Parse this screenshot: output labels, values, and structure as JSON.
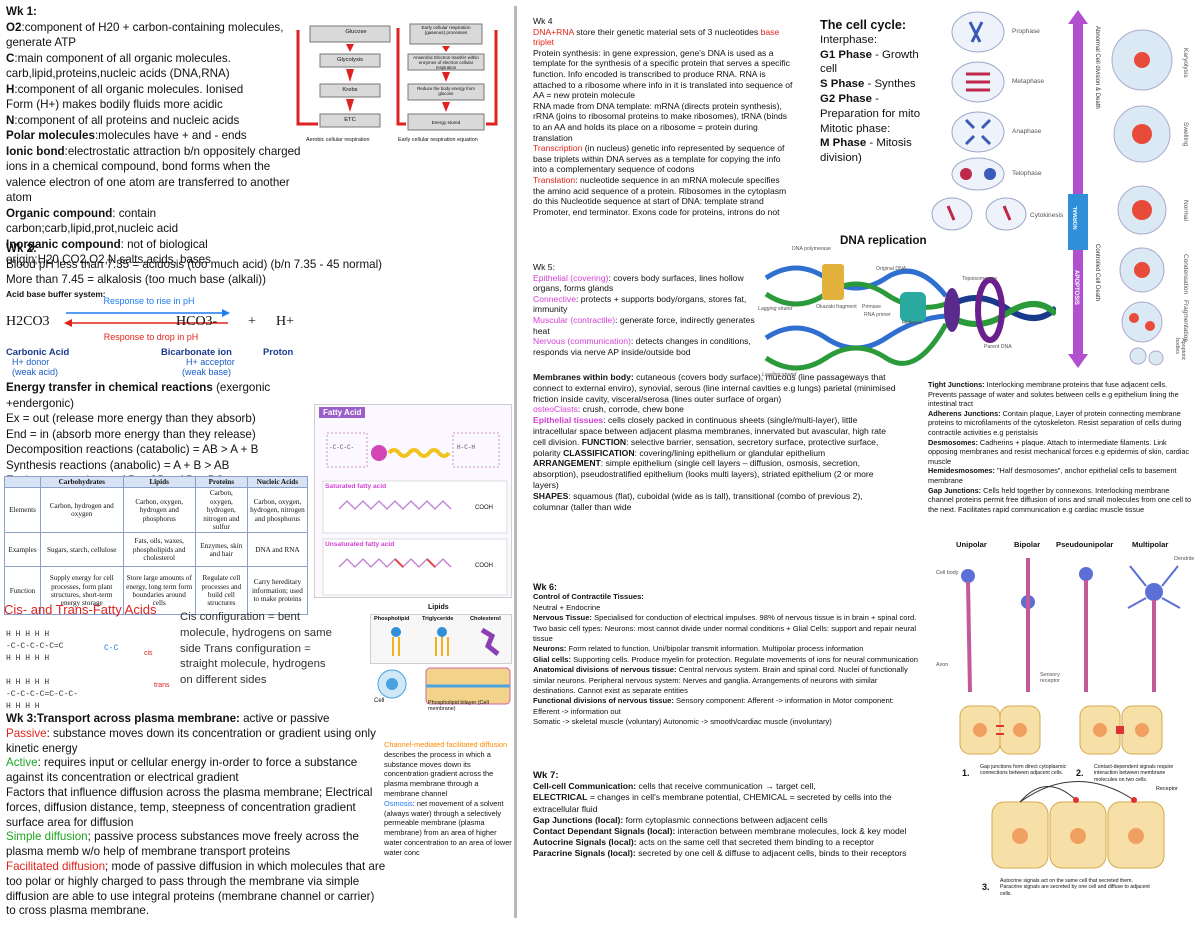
{
  "wk1": {
    "heading": "Wk 1:",
    "lines": [
      {
        "b": "O2",
        "t": ":component of H20 + carbon-containing molecules, generate ATP"
      },
      {
        "b": "C",
        "t": ":main component of all organic molecules."
      },
      {
        "b": "",
        "t": "carb,lipid,proteins,nucleic acids (DNA,RNA)"
      },
      {
        "b": "H",
        "t": ":component of all organic molecules. Ionised"
      },
      {
        "b": "",
        "t": "Form (H+) makes bodily fluids more acidic"
      },
      {
        "b": "N",
        "t": ":component of all proteins and nucleic acids"
      },
      {
        "b": "Polar molecules",
        "t": ":molecules have + and - ends"
      },
      {
        "b": "Ionic bond",
        "t": ":electrostatic attraction b/n oppositely charged ions in a chemical compound, bond forms when the valence electron of one atom are transferred to another atom"
      },
      {
        "b": "Organic compound",
        "t": ": contain carbon;carb,lipid,prot,nucleic acid"
      },
      {
        "b": "Inorganic compound",
        "t": ": not of biological origin;H20,CO2,O2,N,salts,acids, bases"
      }
    ]
  },
  "wk2": {
    "heading": "Wk 2:",
    "acidosis": "Blood pH less than 7.35 = acidosis (too much acid) (b/n 7.35 - 45 normal)",
    "alkalosis": "More than 7.45 = alkalosis (too much base (alkali))",
    "buffer_title": "Acid base buffer system:",
    "response_rise": "Response to rise in pH",
    "response_drop": "Response to drop in pH",
    "formula_left": "H2CO3",
    "formula_mid": "HCO3-",
    "formula_plus": "+",
    "formula_right": "H+",
    "label_carbonic": "Carbonic Acid",
    "label_carbonic_sub1": "H+ donor",
    "label_carbonic_sub2": "(weak acid)",
    "label_bicarb": "Bicarbonate ion",
    "label_bicarb_sub1": "H+ acceptor",
    "label_bicarb_sub2": "(weak base)",
    "label_proton": "Proton"
  },
  "energy": {
    "title_b": "Energy transfer in chemical reactions",
    "title_t": " (exergonic +endergonic)",
    "lines": [
      "Ex = out (release more energy than they absorb)",
      "End = in (absorb more energy than they release)",
      "Decomposition reactions (catabolic) = AB > A + B",
      "Synthesis reactions (anabolic) = A + B > AB",
      "Exchange reactions = AB + CD > AD + BC"
    ]
  },
  "mol_table": {
    "headers": [
      "",
      "Carbohydrates",
      "Lipids",
      "Proteins",
      "Nucleic Acids"
    ],
    "rows": [
      [
        "Elements",
        "Carbon, hydrogen and oxygen",
        "Carbon, oxygen, hydrogen and phosphorus",
        "Carbon, oxygen, hydrogen, nitrogen and sulfur",
        "Carbon, oxygen, hydrogen, nitrogen and phosphorus"
      ],
      [
        "Examples",
        "Sugars, starch, cellulose",
        "Fats, oils, waxes, phospholipids and cholesterol",
        "Enzymes, skin and hair",
        "DNA and RNA"
      ],
      [
        "Function",
        "Supply energy for cell processes, form plant structures, short-term energy storage",
        "Store large amounts of energy, long term form boundaries around cells",
        "Regulate cell processes and build cell structures",
        "Carry hereditary information; used to make proteins"
      ]
    ]
  },
  "fatty": {
    "title": "Fatty Acid",
    "saturated": "Saturated fatty acid",
    "unsaturated": "Unsaturated fatty acid",
    "cooh": "COOH",
    "lipids_title": "Lipids",
    "phospholipid": "Phospholipid",
    "triglyceride": "Triglyceride",
    "cholesterol": "Cholesterol",
    "bilayer": "Phospholipid bilayer (Cell membrane)",
    "cell": "Cell"
  },
  "cistrans": {
    "title": "Cis- and Trans-Fatty Acids",
    "cis": "cis",
    "trans": "trans",
    "desc": "Cis configuration = bent molecule, hydrogens on same side Trans configuration = straight molecule, hydrogens on different sides"
  },
  "wk3": {
    "heading": "Wk 3:Transport across plasma membrane:",
    "heading_tail": " active or passive",
    "passive_b": "Passive",
    "passive_t": ": substance moves down its concentration or gradient using only kinetic energy",
    "active_b": "Active",
    "active_t": ": requires input or cellular energy in-order to force a substance against its concentration or electrical gradient",
    "factors": "Factors that influence diffusion across the plasma membrane; Electrical forces, diffusion distance, temp, steepness of concentration gradient surface area for diffusion",
    "simple_b": "Simple diffusion",
    "simple_t": "; passive process substances move freely across the plasma memb w/o help of membrane transport proteins",
    "facil_b": "Facilitated diffusion",
    "facil_t": "; mode of passive diffusion in which molecules that are too polar or highly charged to pass through the membrane via simple diffusion are able to use integral proteins (membrane channel or carrier) to cross plasma membrane."
  },
  "channel": {
    "title": "Channel-mediated facilitated diffusion",
    "text": "describes the process in which a substance moves down its concentration gradient across the plasma membrane through a membrane channel",
    "osmosis_b": "Osmosis",
    "osmosis_t": ": net movement of a solvent (always water) through a selectively permeable membrane (plasma membrane) from an area of higher water concentration to an area of lower water conc"
  },
  "flow1": {
    "top": "Glucose",
    "steps": [
      "Glycolysis",
      "Krebs",
      "ETC"
    ],
    "caption": "Aerobic cellular respiration"
  },
  "flow2": {
    "top": "Early cellular respiration (gaseous) processes",
    "steps": [
      "Anaerobic Electron transfer within enzymes of electron cellular respiration",
      "Reduce the body energy from glucose",
      "Energy stored"
    ],
    "caption": "Early cellular respiration equation"
  },
  "wk4": {
    "heading": "Wk 4",
    "l1_red": "DNA+RNA",
    "l1": " store their genetic material sets of 3 nucleotides ",
    "l1_red2": "base triplet",
    "p2": "Protein synthesis: in gene expression, gene's DNA is used as a template for the synthesis of a specific protein that serves a specific function. Info encoded is transcribed to produce RNA. RNA is attached to a ribosome where info in it is translated into sequence of AA = new protein molecule",
    "p3": "RNA made from DNA template: mRNA (directs protein synthesis), rRNA (joins to ribosomal proteins to make ribosomes), tRNA (binds to an AA and holds its place on a ribosome = protein during translation",
    "p4_red": "Transcription",
    "p4": " (in nucleus) genetic info represented by sequence of base triplets within DNA serves as a template for copying the info into a complementary sequence of codons",
    "p5_red": "Translation",
    "p5": ": nucleotide sequence in an mRNA molecule specifies the amino acid sequence of a protein. Ribosomes in the cytoplasm do this Nucleotide sequence at start of DNA: template strand Promoter, end terminator. Exons code for proteins, introns do not"
  },
  "cellcycle": {
    "title": "The cell cycle:",
    "interphase": "Interphase:",
    "g1": "G1 Phase",
    "g1_t": " - Growth cell",
    "s": "S Phase",
    "s_t": " - Synthes",
    "g2": "G2 Phase",
    "g2_t": " - Preparation for mito",
    "mitotic": "Mitotic phase:",
    "m": "M Phase",
    "m_t": " - Mitosis division)"
  },
  "mitosis_labels": [
    "Prophase",
    "Metaphase",
    "Anaphase",
    "Telophase",
    "Cytokinesis"
  ],
  "necrosis": {
    "up": "NECROSIS",
    "mid": "NORMAL",
    "down": "APOPTOSIS",
    "side_top": "Abnormal Cell division & Death",
    "side_bottom": "Controlled Cell Death",
    "labels": [
      "Karyolysis",
      "Swelling",
      "Normal",
      "Condensation",
      "Fragmentation",
      "Apoptotic bodies"
    ]
  },
  "dna": {
    "title": "DNA replication",
    "labels": [
      "DNA polymerase",
      "Okazaki fragment",
      "Lagging strand",
      "Leading strand",
      "Primase",
      "RNA primer",
      "Helicase",
      "Topoisomerase",
      "Parent DNA",
      "Original DNA"
    ]
  },
  "wk5": {
    "heading": "Wk 5:",
    "ep_p": "Epithelial (covering)",
    "ep_t": ": covers body surfaces, lines hollow organs, forms glands",
    "con_p": "Connective",
    "con_t": ": protects + supports body/organs, stores fat, immunity",
    "mus_p": "Muscular (contractile)",
    "mus_t": ": generate force, indirectly generates heat",
    "ner_p": "Nervous (communication)",
    "ner_t": ": detects changes in conditions, responds via nerve AP inside/outside bod"
  },
  "membranes": {
    "b1": "Membranes within body:",
    "t1": " cutaneous (covers body surface), mucous (line passageways that connect to external enviro), synovial, serous (line internal cavities e.g lungs) parietal (minimised friction inside cavity, visceral/serosa (lines outer surface of organ)",
    "osteo_p": "osteoClasts",
    "osteo_t": ": crush, corrode, chew bone",
    "ep_p": "Epithelial tissues",
    "ep_t": ": cells closely packed in continuous sheets (single/multi-layer), little intracellular space between adjacent plasma membranes, innervated but avascular, high rate cell division.",
    "func_b": " FUNCTION",
    "func_t": ": selective barrier, sensation, secretory surface, protective surface, polarity",
    "class_b": " CLASSIFICATION",
    "class_t": ": covering/lining epithelium or glandular epithelium",
    "arr_b": "ARRANGEMENT",
    "arr_t": ": simple epithelium (single cell layers – diffusion, osmosis, secretion, absorption), pseudostratified epithelium (looks multi layers), striated epithelium (2 or more layers)",
    "shp_b": "SHAPES",
    "shp_t": ": squamous (flat), cuboidal (wide as is tall), transitional (combo of previous 2), columnar (taller than wide"
  },
  "tight": {
    "items": [
      {
        "b": "Tight Junctions:",
        "t": " Interlocking membrane proteins that fuse adjacent cells. Prevents passage of water and solutes between cells e.g epithelium lining the intestinal tract"
      },
      {
        "b": "Adherens Junctions:",
        "t": " Contain plaque, Layer of protein connecting membrane proteins to microfilaments of the cytoskeleton. Resist separation of cells during contractile activities e.g peristalsis"
      },
      {
        "b": "Desmosomes:",
        "t": " Cadherins + plaque. Attach to intermediate filaments. Link opposing membranes and resist mechanical forces e.g epidermis of skin, cardiac muscle"
      },
      {
        "b": "Hemidesmosomes:",
        "t": " \"Half desmosomes\", anchor epithelial cells to basement membrane"
      },
      {
        "b": "Gap Junctions:",
        "t": " Cells held together by connexons. Interlocking membrane channel proteins permit free diffusion of ions and small molecules from one cell to the next. Facilitates rapid communication e.g cardiac muscle tissue"
      }
    ]
  },
  "neurons": {
    "labels": [
      "Unipolar",
      "Bipolar",
      "Pseudounipolar",
      "Multipolar"
    ],
    "small": [
      "Cell body",
      "Axon",
      "Dendrite",
      "Sensory receptor"
    ]
  },
  "wk6": {
    "heading": "Wk 6:",
    "sub": "Control of Contractile Tissues:",
    "neutral": "Neutral + Endocrine",
    "items": [
      {
        "b": "Nervous Tissue:",
        "t": " Specialised for conduction of electrical impulses. 98% of nervous tissue is in brain + spinal cord. Two basic cell types: Neurons: most cannot divide under normal conditions + Glial Cells: support and repair neural tissue"
      },
      {
        "b": "Neurons:",
        "t": " Form related to function. Uni/bipolar transmit information. Multipolar process information"
      },
      {
        "b": "Glial cells:",
        "t": " Supporting cells. Produce myelin for protection. Regulate movements of ions for neural communication"
      },
      {
        "b": "Anatomical divisions of nervous tissue:",
        "t": " Central nervous system. Brain and spinal cord. Nuclei of functionally similar neurons. Peripheral nervous system: Nerves and ganglia. Arrangements of neurons with similar destinations. Cannot exist as separate entities"
      },
      {
        "b": "Functional divisions of nervous tissue:",
        "t": " Sensory component: Afferent -> information in Motor component: Efferent -> information out"
      },
      {
        "b": "",
        "t": "Somatic -> skeletal muscle (voluntary) Autonomic -> smooth/cardiac muscle (involuntary)"
      }
    ]
  },
  "wk7": {
    "heading": "Wk 7:",
    "items": [
      {
        "b": "Cell-cell Communication:",
        "t": " cells that receive communication → target cell,"
      },
      {
        "b": "ELECTRICAL",
        "t": " = changes in cell's membrane potential, CHEMICAL = secreted by cells into the extracellular fluid"
      },
      {
        "b": "Gap Junctions (local):",
        "t": " form cytoplasmic connections between adjacent cells"
      },
      {
        "b": "Contact Dependant Signals (local):",
        "t": " interaction between membrane molecules, lock & key model"
      },
      {
        "b": "Autocrine Signals (local):",
        "t": " acts on the same cell that secreted them binding to a receptor"
      },
      {
        "b": "Paracrine Signals (local):",
        "t": " secreted by one cell & diffuse to adjacent cells, binds to their receptors"
      }
    ]
  },
  "signals": {
    "n1": "1.",
    "c1": "Gap junctions form direct cytoplasmic connections between adjacent cells.",
    "n2": "2.",
    "c2": "Contact-dependent signals require interaction between membrane molecules on two cells.",
    "n3": "3.",
    "c3": "Autocrine signals act on the same cell that secreted them. Paracrine signals are secreted by one cell and diffuse to adjacent cells.",
    "receptor": "Receptor"
  }
}
